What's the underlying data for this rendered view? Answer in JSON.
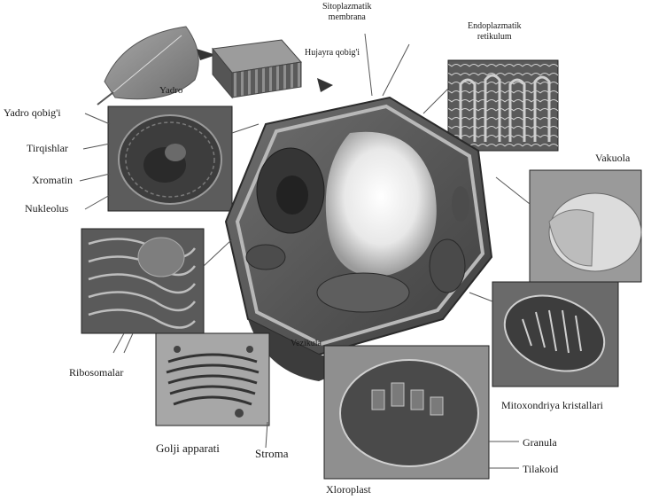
{
  "colors": {
    "ink": "#1a1a1a",
    "panel_dark": "#4a4a4a",
    "panel_mid": "#7a7a7a",
    "panel_light": "#bdbdbd",
    "cell_fill": "#8a8a8a",
    "vacuole_fill": "#f4f4f4",
    "background": "#ffffff"
  },
  "labels": {
    "sitoplazmatik_membrana": "Sitoplazmatik\nmembrana",
    "endoplazmatik_retikulum": "Endoplazmatik\nretikulum",
    "hujayra_qobigi": "Hujayra qobig'i",
    "yadro": "Yadro",
    "yadro_qobigi": "Yadro qobig'i",
    "tirqishlar": "Tirqishlar",
    "xromatin": "Xromatin",
    "nukleolus": "Nukleolus",
    "vakuola": "Vakuola",
    "ribosomalar": "Ribosomalar",
    "vezikula": "Vezikula",
    "mitoxondriya_kristallari": "Mitoxondriya kristallari",
    "granula": "Granula",
    "tilakoid": "Tilakoid",
    "golji_apparati": "Golji apparati",
    "stroma": "Stroma",
    "xloroplast": "Xloroplast"
  }
}
